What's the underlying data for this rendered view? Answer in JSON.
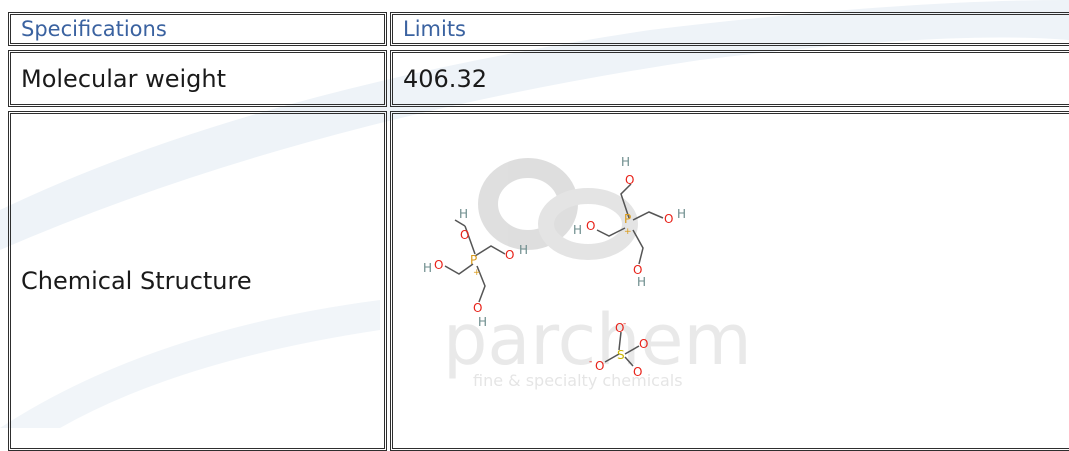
{
  "table": {
    "headers": {
      "specifications": "Specifications",
      "limits": "Limits"
    },
    "rows": [
      {
        "label": "Molecular weight",
        "value": "406.32"
      },
      {
        "label": "Chemical Structure",
        "value": ""
      }
    ]
  },
  "watermark": {
    "brand": "parchem",
    "tagline": "fine & specialty chemicals"
  },
  "structure_atoms": {
    "H": "H",
    "O": "O",
    "P": "P",
    "S": "S",
    "plus": "+",
    "minus": "-"
  },
  "colors": {
    "header_text": "#3a62a0",
    "oxygen": "#e8231a",
    "phosphorus": "#d99a1a",
    "sulfur": "#c9b400",
    "hydrogen": "#6b8b8b",
    "bond": "#555555"
  }
}
